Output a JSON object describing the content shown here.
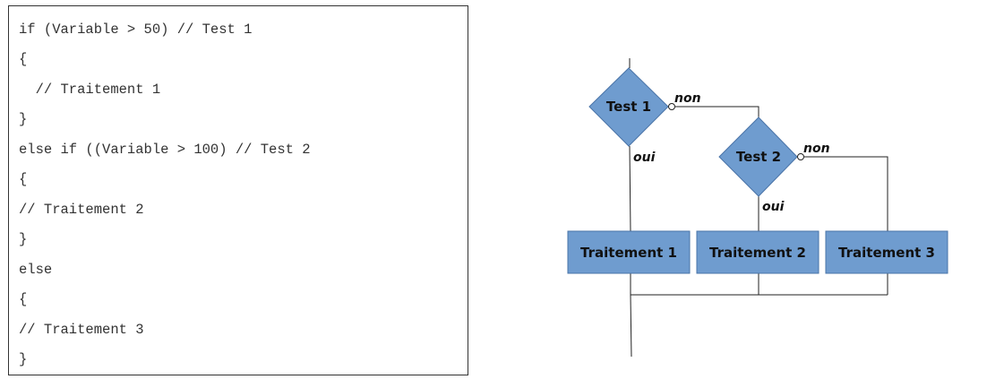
{
  "code": {
    "lines": [
      "if (Variable > 50) // Test 1",
      "{",
      "  // Traitement 1",
      "}",
      "else if ((Variable > 100) // Test 2",
      "{",
      "// Traitement 2",
      "}",
      "else",
      "{",
      "// Traitement 3",
      "}"
    ]
  },
  "flowchart": {
    "decisions": [
      {
        "label": "Test 1"
      },
      {
        "label": "Test 2"
      }
    ],
    "processes": [
      {
        "label": "Traitement 1"
      },
      {
        "label": "Traitement 2"
      },
      {
        "label": "Traitement 3"
      }
    ],
    "edge_labels": {
      "no_1": "non",
      "yes_1": "oui",
      "no_2": "non",
      "yes_2": "oui"
    },
    "colors": {
      "shape_fill": "#6f9ccf",
      "shape_stroke": "#4a74a8",
      "line": "#222222"
    }
  }
}
